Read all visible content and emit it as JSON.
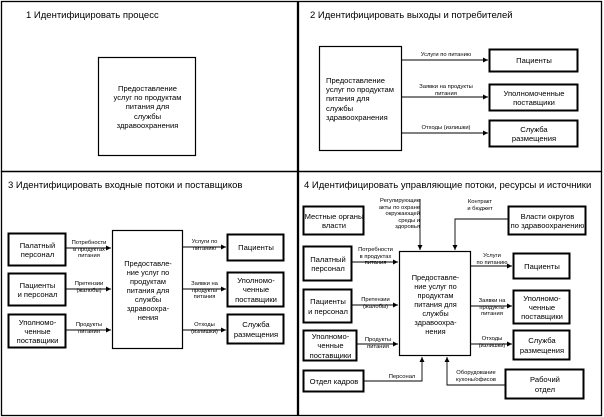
{
  "panels": [
    {
      "title": "1 Идентифицировать процесс",
      "process": "Предоставление\nуслуг по продуктам\nпитания для\nслужбы\nздравоохранения"
    },
    {
      "title": "2 Идентифицировать выходы и потребителей",
      "process": "Предоставление\nуслуг по продуктам\nпитания для\nслужбы\nздравоохранения",
      "outputs": [
        {
          "label": "Услуги по питанию",
          "target": "Пациенты"
        },
        {
          "label": "Заявки на продукты\nпитания",
          "target": "Уполномоченные\nпоставщики"
        },
        {
          "label": "Отходы (излишки)",
          "target": "Служба\nразмещения"
        }
      ]
    },
    {
      "title": "3 Идентифицировать входные потоки и поставщиков",
      "process": "Предоставле-\nние услуг по\nпродуктам\nпитания для\nслужбы\nздравоохра-\nнения",
      "inputs": [
        {
          "source": "Палатный\nперсонал",
          "label": "Потребности\nв продуктах\nпитания"
        },
        {
          "source": "Пациенты\nи персонал",
          "label": "Претензии\n(жалобы)"
        },
        {
          "source": "Уполномо-\nченные\nпоставщики",
          "label": "Продукты\nпитания"
        }
      ],
      "outputs": [
        {
          "label": "Услуги по\nпитанию",
          "target": "Пациенты"
        },
        {
          "label": "Заявки на\nпродукты\nпитания",
          "target": "Уполномо-\nченные\nпоставщики"
        },
        {
          "label": "Отходы\n(излишки)",
          "target": "Служба\nразмещения"
        }
      ]
    },
    {
      "title": "4 Идентифицировать управляющие потоки, ресурсы и источники",
      "process": "Предоставле-\nние услуг по\nпродуктам\nпитания для\nслужбы\nздравоохра-\nнения",
      "controls": [
        {
          "source": "Местные органы\nвласти",
          "label": "Регулирующие\nакты по охране\nокружающей\nсреды и\nздоровья"
        },
        {
          "source": "Власти округов\nпо здравоохранению",
          "label": "Контракт\nи бюджет"
        }
      ],
      "inputs": [
        {
          "source": "Палатный\nперсонал",
          "label": "Потребности\nв продуктах\nпитания"
        },
        {
          "source": "Пациенты\nи персонал",
          "label": "Претензии\n(жалобы)"
        },
        {
          "source": "Уполномо-\nченные\nпоставщики",
          "label": "Продукты\nпитания"
        }
      ],
      "outputs": [
        {
          "label": "Услуги\nпо питанию",
          "target": "Пациенты"
        },
        {
          "label": "Заявки на\nпродукты\nпитания",
          "target": "Уполномо-\nченные\nпоставщики"
        },
        {
          "label": "Отходы\n(излишки)",
          "target": "Служба\nразмещения"
        }
      ],
      "resources": [
        {
          "source": "Отдел кадров",
          "label": "Персонал"
        },
        {
          "source": "Рабочий\nотдел",
          "label": "Оборудование\nкухонь/офисов"
        }
      ]
    }
  ],
  "colors": {
    "line": "#000000",
    "background": "#ffffff"
  }
}
